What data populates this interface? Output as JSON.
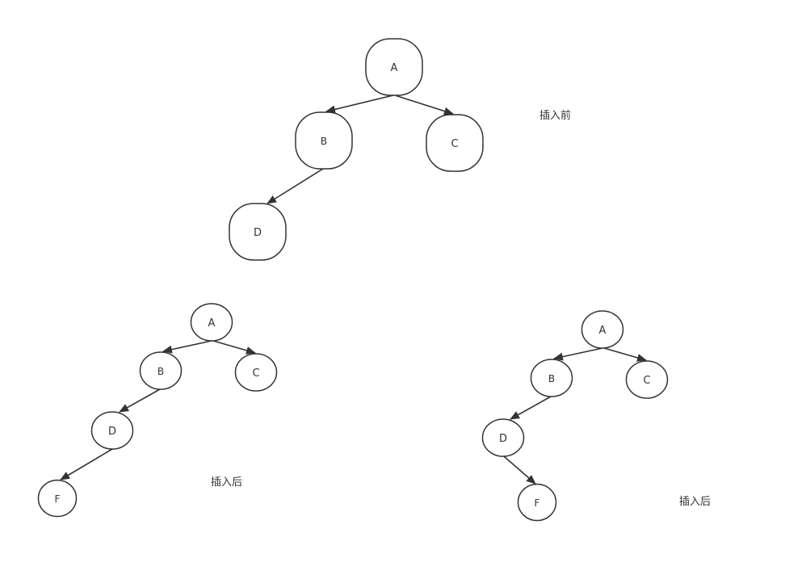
{
  "trees": [
    {
      "caption": "插入前",
      "nodes": {
        "A": "A",
        "B": "B",
        "C": "C",
        "D": "D"
      }
    },
    {
      "caption": "插入后",
      "nodes": {
        "A": "A",
        "B": "B",
        "C": "C",
        "D": "D",
        "F": "F"
      }
    },
    {
      "caption": "插入后",
      "nodes": {
        "A": "A",
        "B": "B",
        "C": "C",
        "D": "D",
        "F": "F"
      }
    }
  ]
}
